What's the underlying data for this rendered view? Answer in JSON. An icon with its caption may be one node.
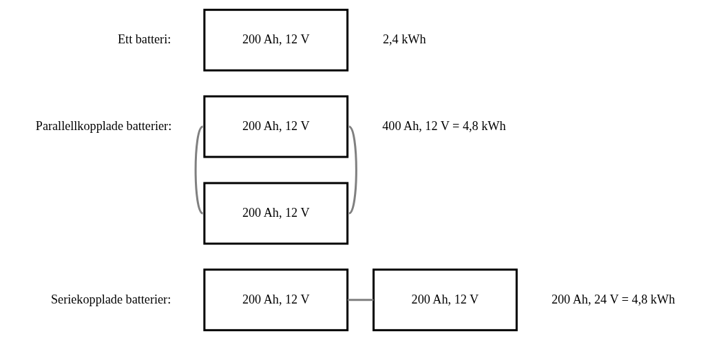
{
  "diagram": {
    "nodes": [
      {
        "text": [
          "200 Ah, 12 V"
        ],
        "beside": [
          "2,4 kWh"
        ]
      },
      {
        "text": [
          "200 Ah, 12 V"
        ],
        "beside": [
          "400 Ah, 12 V = 4,8 kWh"
        ]
      },
      {
        "text": [
          "200 Ah, 12 V"
        ]
      },
      {
        "text": [
          "200 Ah, 12 V"
        ]
      },
      {
        "text": [
          "200 Ah, 12 V"
        ],
        "beside": [
          "200 Ah, 24 V = 4,8 kWh"
        ]
      }
    ],
    "edges": [
      {
        "from": 1,
        "to": 2,
        "arrow": "none"
      },
      {
        "from": 1,
        "to": 2,
        "arrow": "none"
      },
      {
        "from": 3,
        "to": 4,
        "arrow": "none"
      }
    ],
    "labels": [
      "Ett batteri:",
      "Parallellkopplade batterier:",
      "Seriekopplade batterier:"
    ]
  }
}
